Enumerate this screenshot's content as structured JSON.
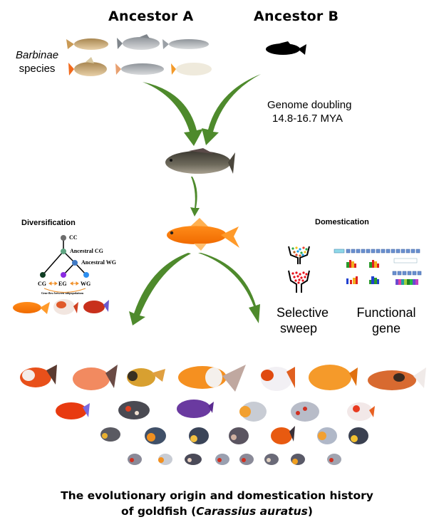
{
  "ancestors": {
    "a_label": "Ancestor  A",
    "b_label": "Ancestor B",
    "barbinae_italic": "Barbinae",
    "barbinae_rest": "species"
  },
  "event": {
    "line1": "Genome doubling",
    "line2": "14.8-16.7 MYA"
  },
  "diversification": {
    "title": "Diversification",
    "nodes": [
      {
        "label": "CC",
        "color": "#6d6d6d"
      },
      {
        "label": "Ancestral CG",
        "color": "#5fa582"
      },
      {
        "label": "Ancestral WG",
        "color": "#3f79c4"
      },
      {
        "label": "CG",
        "color": "#0f3d23"
      },
      {
        "label": "EG",
        "color": "#8a2be2"
      },
      {
        "label": "WG",
        "color": "#2e8ff0"
      }
    ],
    "gene_flow_label": "Gene flow between subpopulations"
  },
  "domestication": {
    "title": "Domestication",
    "selective_sweep": {
      "line1": "Selective",
      "line2": "sweep"
    },
    "functional_gene": {
      "line1": "Functional",
      "line2": "gene"
    }
  },
  "caption": {
    "line1": "The evolutionary origin and domestication history",
    "line2_pre": "of goldfish (",
    "line2_italic": "Carassius auratus",
    "line2_post": ")"
  },
  "colors": {
    "arrow_green": "#4e8a2c",
    "gene_flow_orange": "#f0902a",
    "goldfish_orange": "#f57a10"
  }
}
